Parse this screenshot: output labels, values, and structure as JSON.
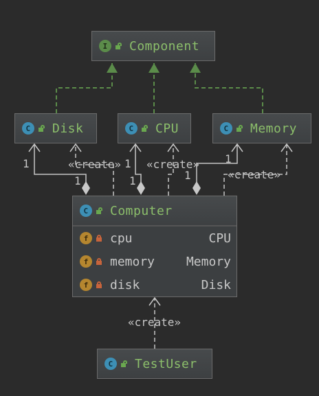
{
  "nodes": {
    "component": {
      "name": "Component",
      "kind_badge": "I"
    },
    "disk": {
      "name": "Disk",
      "kind_badge": "C"
    },
    "cpu": {
      "name": "CPU",
      "kind_badge": "C"
    },
    "memory": {
      "name": "Memory",
      "kind_badge": "C"
    },
    "computer": {
      "name": "Computer",
      "kind_badge": "C",
      "fields": [
        {
          "badge": "f",
          "name": "cpu",
          "type": "CPU"
        },
        {
          "badge": "f",
          "name": "memory",
          "type": "Memory"
        },
        {
          "badge": "f",
          "name": "disk",
          "type": "Disk"
        }
      ]
    },
    "testuser": {
      "name": "TestUser",
      "kind_badge": "C"
    }
  },
  "edge_labels": {
    "create": "«create»",
    "one": "1"
  },
  "colors": {
    "background": "#2b2b2b",
    "realization": "#5b8c4a",
    "association": "#c8c8c8",
    "name_text": "#8cbf6b"
  }
}
